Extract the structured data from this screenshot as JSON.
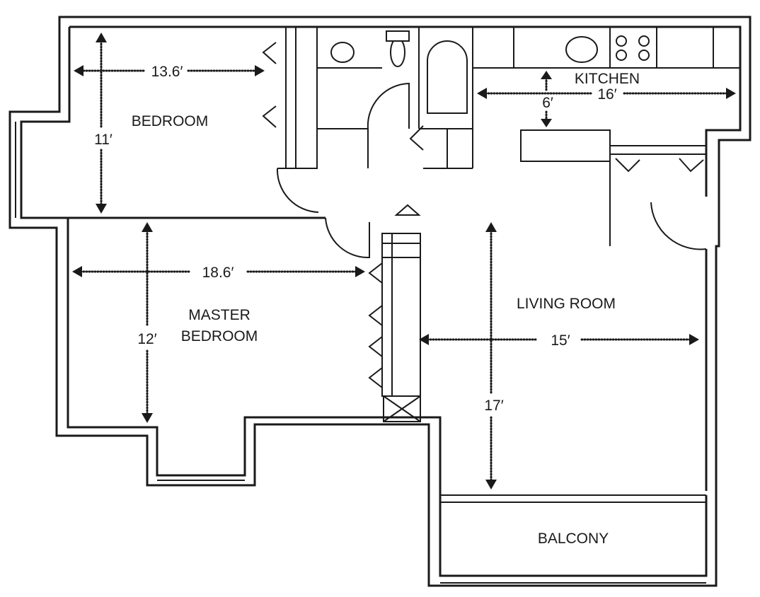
{
  "rooms": {
    "bedroom": "BEDROOM",
    "kitchen": "KITCHEN",
    "master_line1": "MASTER",
    "master_line2": "BEDROOM",
    "living_room": "LIVING ROOM",
    "balcony": "BALCONY"
  },
  "dimensions": {
    "bedroom_width": "13.6′",
    "bedroom_depth": "11′",
    "kitchen_width": "16′",
    "kitchen_depth": "6′",
    "master_width": "18.6′",
    "master_depth": "12′",
    "living_width": "15′",
    "living_depth": "17′"
  }
}
